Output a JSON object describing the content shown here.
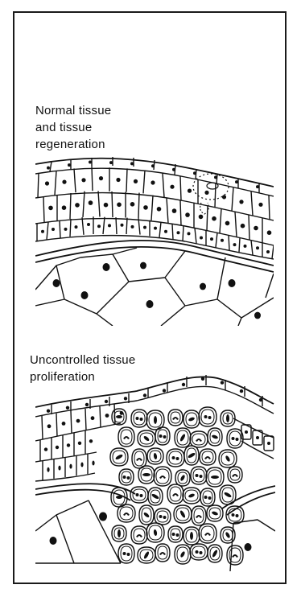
{
  "figure": {
    "panels": [
      {
        "id": "normal",
        "caption_lines": [
          "Normal tissue",
          "and tissue",
          "regeneration"
        ]
      },
      {
        "id": "uncontrolled",
        "caption_lines": [
          "Uncontrolled tissue",
          "proliferation"
        ]
      }
    ]
  }
}
